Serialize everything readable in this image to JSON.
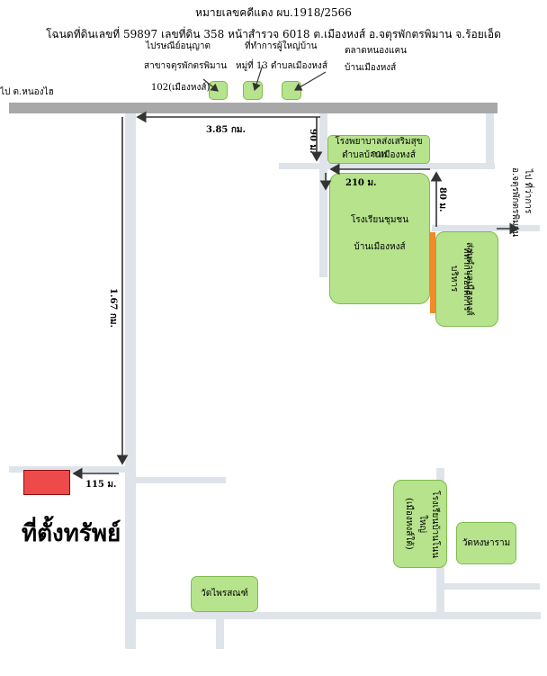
{
  "header": {
    "line1": "หมายเลขคดีแดง ผบ.1918/2566",
    "line2": "โฉนดที่ดินเลขที่ 59897 เลขที่ดิน 358 หน้าสำรวจ 6018 ต.เมืองหงส์ อ.จตุรพักตรพิมาน จ.ร้อยเอ็ด"
  },
  "roads": {
    "to_left": "ไป ต.หนองไฮ",
    "to_right_1": "ไป ที่ว่าการ",
    "to_right_2": "อ.จตุรพักตรพิมาน"
  },
  "landmarks": {
    "post_office_1": "ไปรษณีย์อนุญาต",
    "post_office_2": "สาขาจตุรพักตรพิมาน",
    "post_office_3": "102(เมืองหงส์)",
    "headman_1": "ที่ทำการผู้ใหญ่บ้าน",
    "headman_2": "หมู่ที่ 13 ตำบลเมืองหงส์",
    "market_1": "ตลาดหนองแคน",
    "market_2": "บ้านเมืองหงส์",
    "hospital_1": "โรงพยาบาลส่งเสริมสุขภาพ",
    "hospital_2": "ตำบลบ้านเมืองหงส์",
    "school_1": "โรงเรียนชุมชน",
    "school_2": "บ้านเมืองหงส์",
    "tao_1": "ที่ทำการองค์การบริหาร",
    "tao_2": "ส่วนตำบลเมืองหงส์",
    "school_b_1": "โรงเรียนบ้านโนนใหญ่",
    "school_b_2": "(เมืองหงส์ใต้)",
    "wat_nong": "วัดหงษาราม",
    "wat_phrai": "วัดไพรสณฑ์"
  },
  "distances": {
    "d_385": "3.85 กม.",
    "d_90": "90 ม.",
    "d_210": "210 ม.",
    "d_80": "80 ม.",
    "d_167": "1.67 กม.",
    "d_115": "115 ม."
  },
  "property": {
    "label": "ที่ตั้งทรัพย์",
    "color": "#ee4a4a"
  },
  "colors": {
    "main_road": "#a8a8a8",
    "side_road": "#dfe4ea",
    "place_fill": "#b6e38c",
    "tao_marker": "#f08a2a"
  }
}
